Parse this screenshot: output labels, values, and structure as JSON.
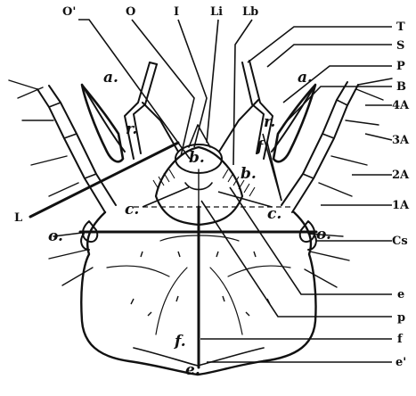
{
  "top_labels": {
    "O_prime": "O'",
    "O": "O",
    "I": "I",
    "Li": "Li",
    "Lb": "Lb"
  },
  "right_labels": {
    "T": "T",
    "S": "S",
    "P": "P",
    "B": "B",
    "A4": "4A",
    "A3": "3A",
    "A2": "2A",
    "A1": "1A",
    "Cs": "Cs",
    "e": "e",
    "p": "p",
    "f": "f",
    "e_prime": "e'"
  },
  "left_labels": {
    "L": "L"
  },
  "figure_letters": {
    "a_left": "a.",
    "a_right": "a.",
    "r_left": "r.",
    "r_right": "r.",
    "b_center": "b.",
    "b_right": "b.",
    "f_mid": "f",
    "c_left": "c.",
    "c_right": "c.",
    "o_left": "o.",
    "o_right": "o.",
    "f_lower": "f.",
    "e_bottom": "e."
  }
}
